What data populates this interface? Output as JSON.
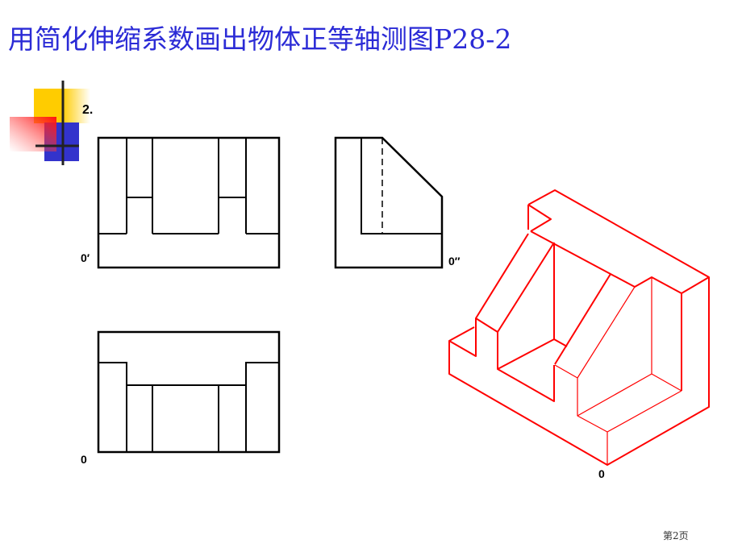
{
  "slide": {
    "title": "用简化伸缩系数画出物体正等轴测图P28-2",
    "problem_number": "2.",
    "page_label": "第2页",
    "title_color": "#2b2bd6",
    "isometric_color": "#ff0000"
  },
  "views": {
    "front_label": "0′",
    "side_label": "0″",
    "top_label": "0",
    "isometric_label": "0"
  },
  "decoration": {
    "icon": "colored-squares-bullet-icon",
    "colors": [
      "#ffcc00",
      "#3333cc",
      "#ff3333"
    ]
  }
}
